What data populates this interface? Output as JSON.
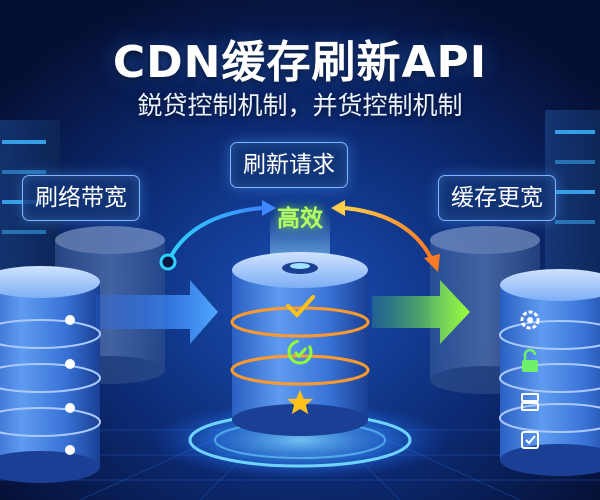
{
  "title": "CDN缓存刷新API",
  "subtitle": "鋭贷控制机制，并货控制机制",
  "labels": {
    "left": "刷络带宽",
    "top": "刷新请求",
    "right": "缓存更宽",
    "center": "高效"
  },
  "icons": {
    "center_stack": [
      "check-icon",
      "refresh-check-icon",
      "star-icon"
    ],
    "right_stack": [
      "gear-icon",
      "unlock-icon",
      "server-icon",
      "checkbox-icon"
    ]
  },
  "colors": {
    "background": "#061640",
    "accent_blue": "#2f86ff",
    "accent_green": "#8cff3a",
    "accent_orange": "#ff9a2e",
    "star": "#ffc21a"
  }
}
